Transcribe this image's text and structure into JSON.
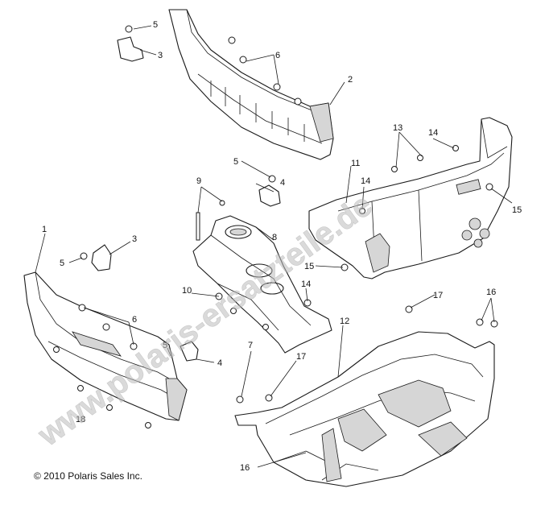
{
  "copyright": "© 2010 Polaris Sales Inc.",
  "watermark": "www.polaris-ersatzteile.de",
  "callouts": {
    "c1": "1",
    "c2": "2",
    "c3a": "3",
    "c3b": "3",
    "c4a": "4",
    "c4b": "4",
    "c5a": "5",
    "c5b": "5",
    "c5c": "5",
    "c5d": "5",
    "c6a": "6",
    "c6b": "6",
    "c7": "7",
    "c8": "8",
    "c9": "9",
    "c10": "10",
    "c11": "11",
    "c12": "12",
    "c13": "13",
    "c14a": "14",
    "c14b": "14",
    "c14c": "14",
    "c15a": "15",
    "c15b": "15",
    "c16a": "16",
    "c16b": "16",
    "c17a": "17",
    "c17b": "17",
    "c18": "18"
  }
}
